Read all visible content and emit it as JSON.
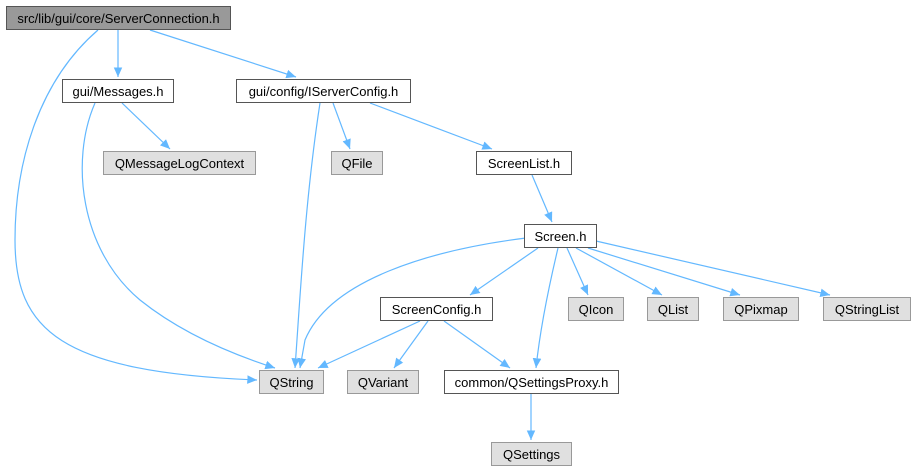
{
  "colors": {
    "edge": "#63b8ff",
    "root_fill": "#999999",
    "local_fill": "#ffffff",
    "external_fill": "#e0e0e0"
  },
  "nodes": {
    "root": "src/lib/gui/core/ServerConnection.h",
    "messages": "gui/Messages.h",
    "iserverconfig": "gui/config/IServerConfig.h",
    "qmessagelogcontext": "QMessageLogContext",
    "qfile": "QFile",
    "screenlist": "ScreenList.h",
    "screen": "Screen.h",
    "screenconfig": "ScreenConfig.h",
    "qicon": "QIcon",
    "qlist": "QList",
    "qpixmap": "QPixmap",
    "qstringlist": "QStringList",
    "qstring": "QString",
    "qvariant": "QVariant",
    "qsettingsproxy": "common/QSettingsProxy.h",
    "qsettings": "QSettings"
  },
  "edges": [
    [
      "root",
      "messages"
    ],
    [
      "root",
      "iserverconfig"
    ],
    [
      "root",
      "qstring"
    ],
    [
      "messages",
      "qmessagelogcontext"
    ],
    [
      "messages",
      "qstring"
    ],
    [
      "iserverconfig",
      "qfile"
    ],
    [
      "iserverconfig",
      "screenlist"
    ],
    [
      "iserverconfig",
      "qstring"
    ],
    [
      "screenlist",
      "screen"
    ],
    [
      "screen",
      "qstring"
    ],
    [
      "screen",
      "screenconfig"
    ],
    [
      "screen",
      "qsettingsproxy"
    ],
    [
      "screen",
      "qicon"
    ],
    [
      "screen",
      "qlist"
    ],
    [
      "screen",
      "qpixmap"
    ],
    [
      "screen",
      "qstringlist"
    ],
    [
      "screenconfig",
      "qstring"
    ],
    [
      "screenconfig",
      "qvariant"
    ],
    [
      "screenconfig",
      "qsettingsproxy"
    ],
    [
      "qsettingsproxy",
      "qsettings"
    ]
  ]
}
